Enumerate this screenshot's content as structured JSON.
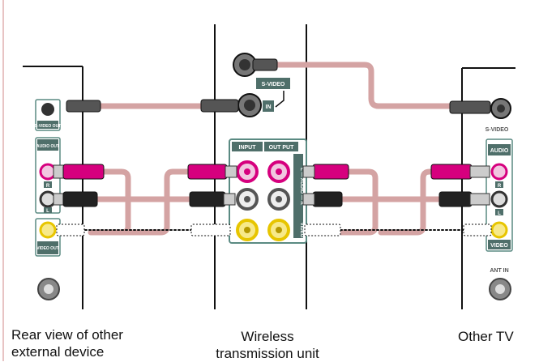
{
  "captions": {
    "left_line1": "Rear view of other",
    "left_line2": "external device",
    "center_line1": "Wireless",
    "center_line2": "transmission unit",
    "right": "Other TV"
  },
  "left_panel": {
    "svideo_out": "S-VIDEO OUT",
    "audio_out": "AUDIO OUT",
    "r": "R",
    "l": "L",
    "video_out": "VIDEO OUT"
  },
  "center_panel": {
    "svideo": "S-VIDEO",
    "in": "IN",
    "input": "INPUT",
    "output": "OUT PUT",
    "audio_side": "L — AUDIO — R",
    "video_side": "VIDEO"
  },
  "right_panel": {
    "svideo": "S-VIDEO",
    "audio": "AUDIO",
    "r": "R",
    "l": "L",
    "video": "VIDEO",
    "ant_in": "ANT IN"
  },
  "colors": {
    "cable": "#d4a3a3",
    "panel_border": "#5a8a82",
    "magenta": "#d6007e",
    "yellow": "#e7c500",
    "label_bg": "#4f6f6a"
  }
}
